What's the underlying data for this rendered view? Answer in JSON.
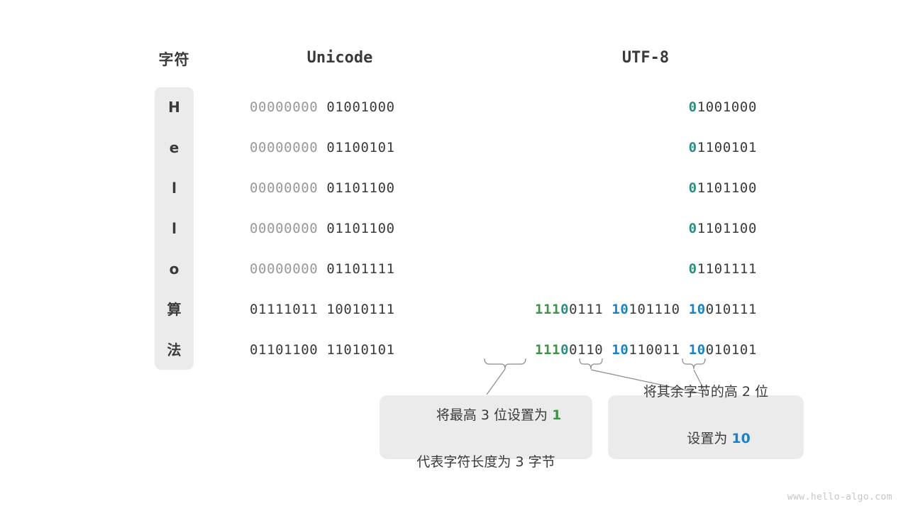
{
  "headers": {
    "character": "字符",
    "unicode": "Unicode",
    "utf8": "UTF-8"
  },
  "colors": {
    "green": "#3f9246",
    "teal": "#2a8f7f",
    "blue": "#1a82c4",
    "dark": "#3a3a3a",
    "muted": "#989898",
    "panel": "#ebebeb",
    "watermark": "#c6c6c6",
    "background": "#ffffff"
  },
  "rows": [
    {
      "char": "H",
      "unicode_pad": "00000000",
      "unicode_main": "01001000",
      "utf8_bytes": [
        {
          "lead": "0",
          "lead_color": "teal",
          "rest": "1001000"
        }
      ]
    },
    {
      "char": "e",
      "unicode_pad": "00000000",
      "unicode_main": "01100101",
      "utf8_bytes": [
        {
          "lead": "0",
          "lead_color": "teal",
          "rest": "1100101"
        }
      ]
    },
    {
      "char": "l",
      "unicode_pad": "00000000",
      "unicode_main": "01101100",
      "utf8_bytes": [
        {
          "lead": "0",
          "lead_color": "teal",
          "rest": "1101100"
        }
      ]
    },
    {
      "char": "l",
      "unicode_pad": "00000000",
      "unicode_main": "01101100",
      "utf8_bytes": [
        {
          "lead": "0",
          "lead_color": "teal",
          "rest": "1101100"
        }
      ]
    },
    {
      "char": "o",
      "unicode_pad": "00000000",
      "unicode_main": "01101111",
      "utf8_bytes": [
        {
          "lead": "0",
          "lead_color": "teal",
          "rest": "1101111"
        }
      ]
    },
    {
      "char": "算",
      "unicode_pad": "01111011",
      "unicode_main": "10010111",
      "utf8_bytes": [
        {
          "lead": "111",
          "lead_color": "green",
          "lead2": "0",
          "lead2_color": "teal",
          "rest": "0111"
        },
        {
          "lead": "10",
          "lead_color": "blue",
          "rest": "101110"
        },
        {
          "lead": "10",
          "lead_color": "blue",
          "rest": "010111"
        }
      ]
    },
    {
      "char": "法",
      "unicode_pad": "01101100",
      "unicode_main": "11010101",
      "utf8_bytes": [
        {
          "lead": "111",
          "lead_color": "green",
          "lead2": "0",
          "lead2_color": "teal",
          "rest": "0110"
        },
        {
          "lead": "10",
          "lead_color": "blue",
          "rest": "110011"
        },
        {
          "lead": "10",
          "lead_color": "blue",
          "rest": "010101"
        }
      ]
    }
  ],
  "callouts": [
    {
      "line1_pre": "将最高 3 位设置为 ",
      "line1_accent": "1",
      "line1_accent_color": "green",
      "line2": "代表字符长度为 3 字节"
    },
    {
      "line1": "将其余字节的高 2 位",
      "line2_pre": "设置为 ",
      "line2_accent": "10",
      "line2_accent_color": "blue"
    }
  ],
  "watermark": "www.hello-algo.com"
}
